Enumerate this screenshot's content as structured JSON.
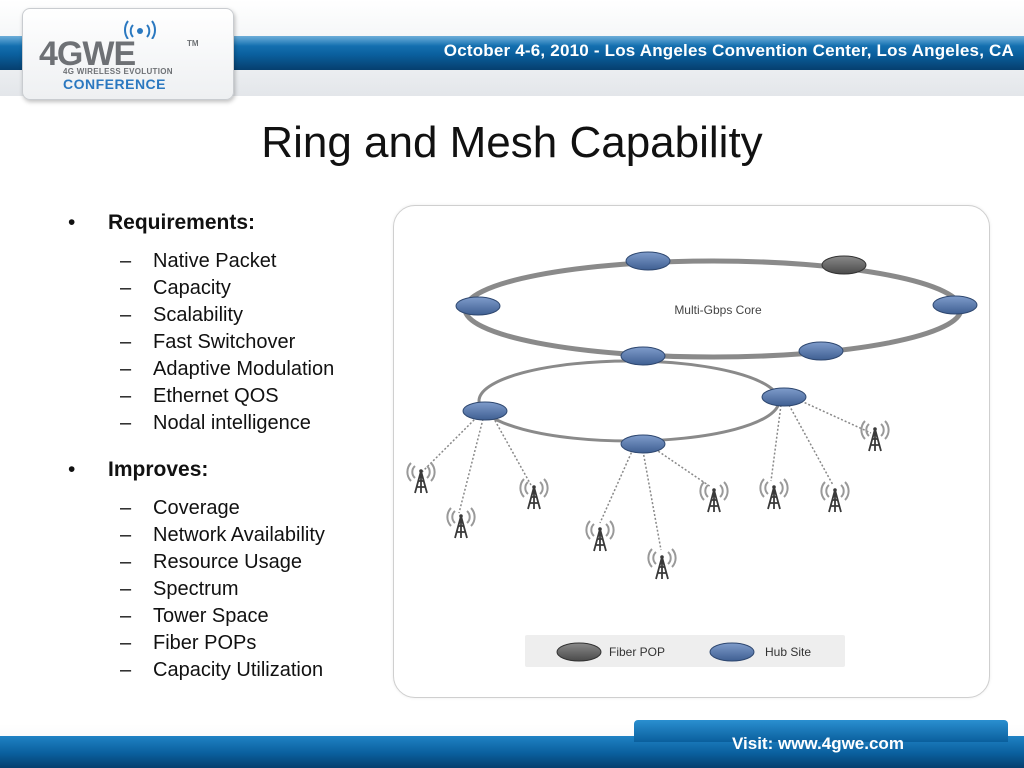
{
  "header": {
    "logo_wordmark": "4GWE",
    "logo_tm": "TM",
    "logo_subtitle": "4G WIRELESS EVOLUTION",
    "logo_conference": "CONFERENCE",
    "event_line": "October 4-6, 2010 - Los Angeles Convention Center, Los Angeles, CA"
  },
  "slide": {
    "title": "Ring and Mesh Capability"
  },
  "requirements": {
    "heading": "Requirements:",
    "items": [
      "Native Packet",
      "Capacity",
      "Scalability",
      "Fast Switchover",
      "Adaptive Modulation",
      "Ethernet QOS",
      "Nodal intelligence"
    ]
  },
  "improves": {
    "heading": "Improves:",
    "items": [
      "Coverage",
      "Network Availability",
      "Resource Usage",
      "Spectrum",
      "Tower Space",
      "Fiber POPs",
      "Capacity Utilization"
    ]
  },
  "diagram": {
    "core_label": "Multi-Gbps Core",
    "legend": {
      "fiber_pop": "Fiber POP",
      "hub_site": "Hub Site"
    },
    "colors": {
      "hub_site": "#5a7fb0",
      "fiber_pop": "#6b6b6b",
      "ring": "#888888"
    }
  },
  "footer": {
    "visit": "Visit: www.4gwe.com"
  }
}
